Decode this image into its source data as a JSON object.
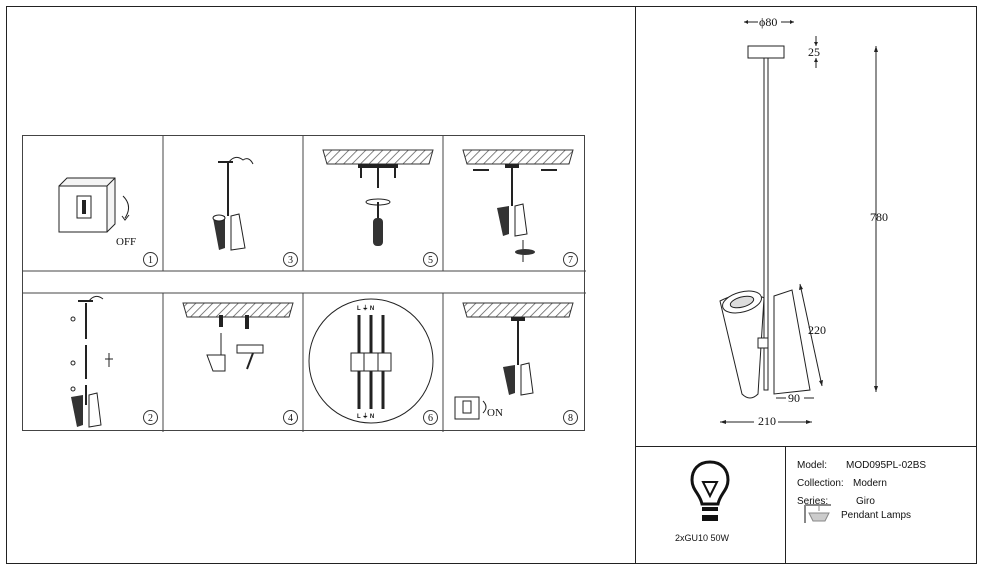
{
  "steps": [
    {
      "num": "1",
      "note": "OFF"
    },
    {
      "num": "3"
    },
    {
      "num": "5"
    },
    {
      "num": "7"
    },
    {
      "num": "2"
    },
    {
      "num": "4"
    },
    {
      "num": "6",
      "terminal_top": "L ⏚ N",
      "terminal_bottom": "L ⏚ N"
    },
    {
      "num": "8",
      "note": "ON"
    }
  ],
  "dimensions": {
    "diameter": "ϕ80",
    "base_height": "25",
    "total_height": "780",
    "shade_length": "220",
    "shade_width": "90",
    "total_width": "210"
  },
  "spec": {
    "bulb": "2xGU10 50W",
    "model_label": "Model:",
    "model_value": "MOD095PL-02BS",
    "collection_label": "Collection:",
    "collection_value": "Modern",
    "series_label": "Series:",
    "series_value": "Giro",
    "type_value": "Pendant Lamps"
  },
  "colors": {
    "line": "#222222",
    "hatch": "#555555"
  }
}
